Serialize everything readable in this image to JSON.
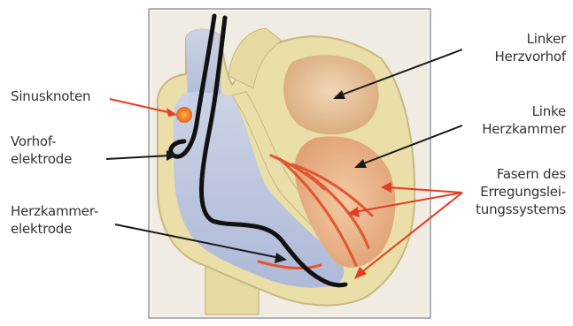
{
  "labels": {
    "sinusknoten": "Sinusknoten",
    "vorhof_elektrode": [
      "Vorhof-",
      "elektrode"
    ],
    "herzkammer_elektrode": [
      "Herzkammer-",
      "elektrode"
    ],
    "linker_herzvorhof": [
      "Linker",
      "Herzvorhof"
    ],
    "linke_herzkammer": [
      "Linke",
      "Herzkammer"
    ],
    "fasern": [
      "Fasern des",
      "Erregungslei-",
      "tungssystems"
    ]
  },
  "colors": {
    "pointer_black": "#1a1a1a",
    "pointer_red": "#e63b22",
    "frame": "#9a9a9a",
    "wall": "#eadfa8",
    "atrium": "#e3c39b",
    "ventricle": "#e9b58e",
    "chamber_blue": "#b9c6e4",
    "node": "#f07a24",
    "fibers": "#e2552e",
    "electrode": "#111111"
  }
}
